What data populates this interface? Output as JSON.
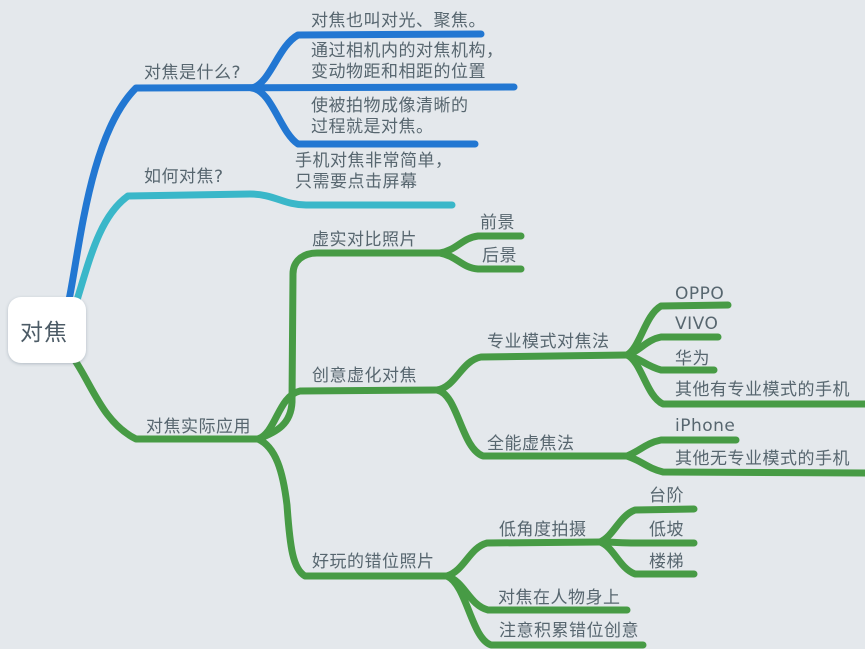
{
  "colors": {
    "background": "#e4e8ec",
    "branch_blue": "#2277d2",
    "branch_teal": "#3ab7c9",
    "branch_green": "#479b45",
    "node_text": "#57666f",
    "root_background": "#ffffff",
    "root_text": "#4c5b66"
  },
  "tree": {
    "label": "对焦",
    "children": [
      {
        "label": "对焦是什么?",
        "color": "blue",
        "children": [
          {
            "label": "对焦也叫对光、聚焦。"
          },
          {
            "label": "通过相机内的对焦机构，\n变动物距和相距的位置"
          },
          {
            "label": "使被拍物成像清晰的\n过程就是对焦。"
          }
        ]
      },
      {
        "label": "如何对焦?",
        "color": "teal",
        "children": [
          {
            "label": "手机对焦非常简单，\n只需要点击屏幕"
          }
        ]
      },
      {
        "label": "对焦实际应用",
        "color": "green",
        "children": [
          {
            "label": "虚实对比照片",
            "children": [
              {
                "label": "前景"
              },
              {
                "label": "后景"
              }
            ]
          },
          {
            "label": "创意虚化对焦",
            "children": [
              {
                "label": "专业模式对焦法",
                "children": [
                  {
                    "label": "OPPO"
                  },
                  {
                    "label": "VIVO"
                  },
                  {
                    "label": "华为"
                  },
                  {
                    "label": "其他有专业模式的手机"
                  }
                ]
              },
              {
                "label": "全能虚焦法",
                "children": [
                  {
                    "label": "iPhone"
                  },
                  {
                    "label": "其他无专业模式的手机"
                  }
                ]
              }
            ]
          },
          {
            "label": "好玩的错位照片",
            "children": [
              {
                "label": "低角度拍摄",
                "children": [
                  {
                    "label": "台阶"
                  },
                  {
                    "label": "低坡"
                  },
                  {
                    "label": "楼梯"
                  }
                ]
              },
              {
                "label": "对焦在人物身上"
              },
              {
                "label": "注意积累错位创意"
              }
            ]
          }
        ]
      }
    ]
  }
}
